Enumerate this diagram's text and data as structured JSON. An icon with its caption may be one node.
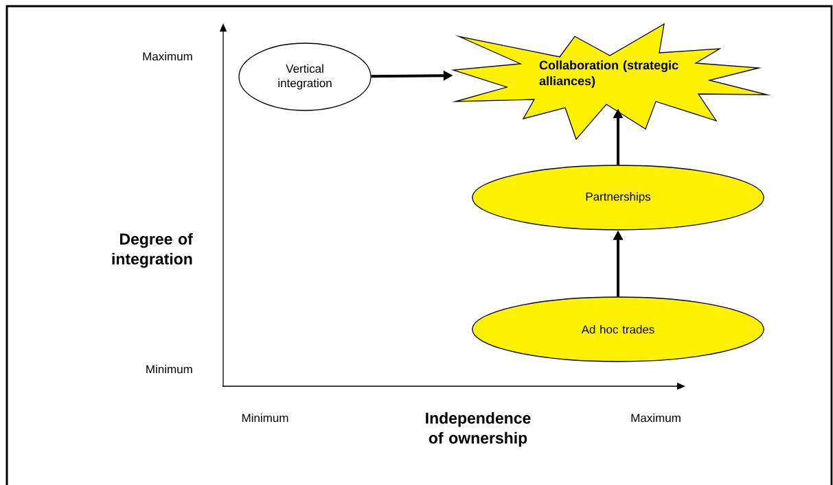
{
  "diagram": {
    "nodes": [
      {
        "text": [
          "Vertical integration"
        ]
      },
      {
        "text": [
          "Collaboration (strategic alliances)"
        ]
      },
      {
        "text": [
          "Partnerships"
        ]
      },
      {
        "text": [
          "Ad hoc trades"
        ]
      }
    ],
    "edges": [
      {
        "from": 0,
        "to": 1,
        "arrow": "to"
      },
      {
        "from": 3,
        "to": 2,
        "arrow": "to"
      },
      {
        "from": 2,
        "to": 1,
        "arrow": "to"
      }
    ],
    "labels": [
      "Maximum",
      "Degree of integration",
      "Minimum",
      "Minimum",
      "Independence of ownership",
      "Maximum"
    ]
  }
}
